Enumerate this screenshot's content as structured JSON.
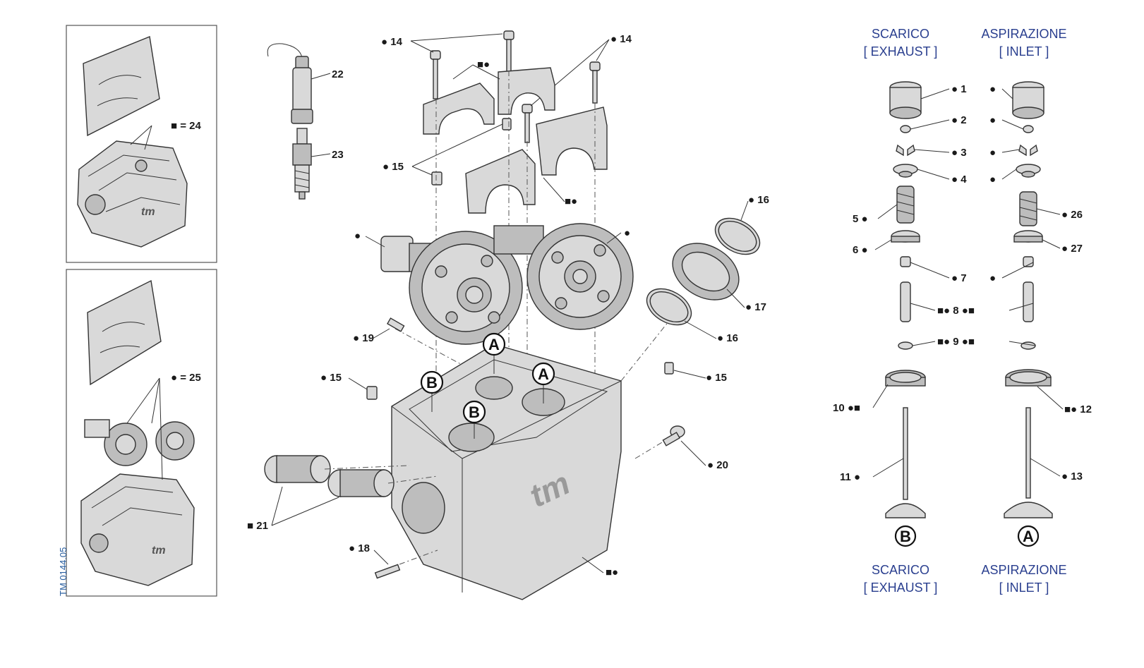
{
  "headers": {
    "exhaust_top": "SCARICO",
    "exhaust_top_sub": "[ EXHAUST ]",
    "inlet_top": "ASPIRAZIONE",
    "inlet_top_sub": "[ INLET ]",
    "exhaust_bottom": "SCARICO",
    "exhaust_bottom_sub": "[ EXHAUST ]",
    "inlet_bottom": "ASPIRAZIONE",
    "inlet_bottom_sub": "[ INLET ]"
  },
  "drawing_ref": "TM 0144.05",
  "kits": {
    "kit_24": "■ = 24",
    "kit_25": "● = 25"
  },
  "markers": {
    "valve_a": "A",
    "valve_b": "B",
    "head_a1": "A",
    "head_a2": "A",
    "head_b1": "B",
    "head_b2": "B"
  },
  "labels": {
    "l14a": "● 14",
    "l14b": "● 14",
    "l_sq_dot_top": "■●",
    "l22": "22",
    "l23": "23",
    "l15a": "● 15",
    "l_sq_dot_mid": "■●",
    "l_cam_left": "●",
    "l_cam_right": "●",
    "l16a": "● 16",
    "l17": "● 17",
    "l16b": "● 16",
    "l19": "● 19",
    "l15b": "● 15",
    "l15c": "● 15",
    "l20": "● 20",
    "l21": "■ 21",
    "l18": "● 18",
    "l_head": "■●",
    "v1": "● 1",
    "v1b": "●",
    "v2": "● 2",
    "v2b": "●",
    "v3": "● 3",
    "v3b": "●",
    "v4": "● 4",
    "v4b": "●",
    "v5": "5 ●",
    "v26": "● 26",
    "v6": "6 ●",
    "v27": "● 27",
    "v7": "● 7",
    "v7b": "●",
    "v8": "■● 8 ●■",
    "v9": "■● 9 ●■",
    "v10": "10 ●■",
    "v12": "■● 12",
    "v11": "11 ●",
    "v13": "● 13"
  }
}
